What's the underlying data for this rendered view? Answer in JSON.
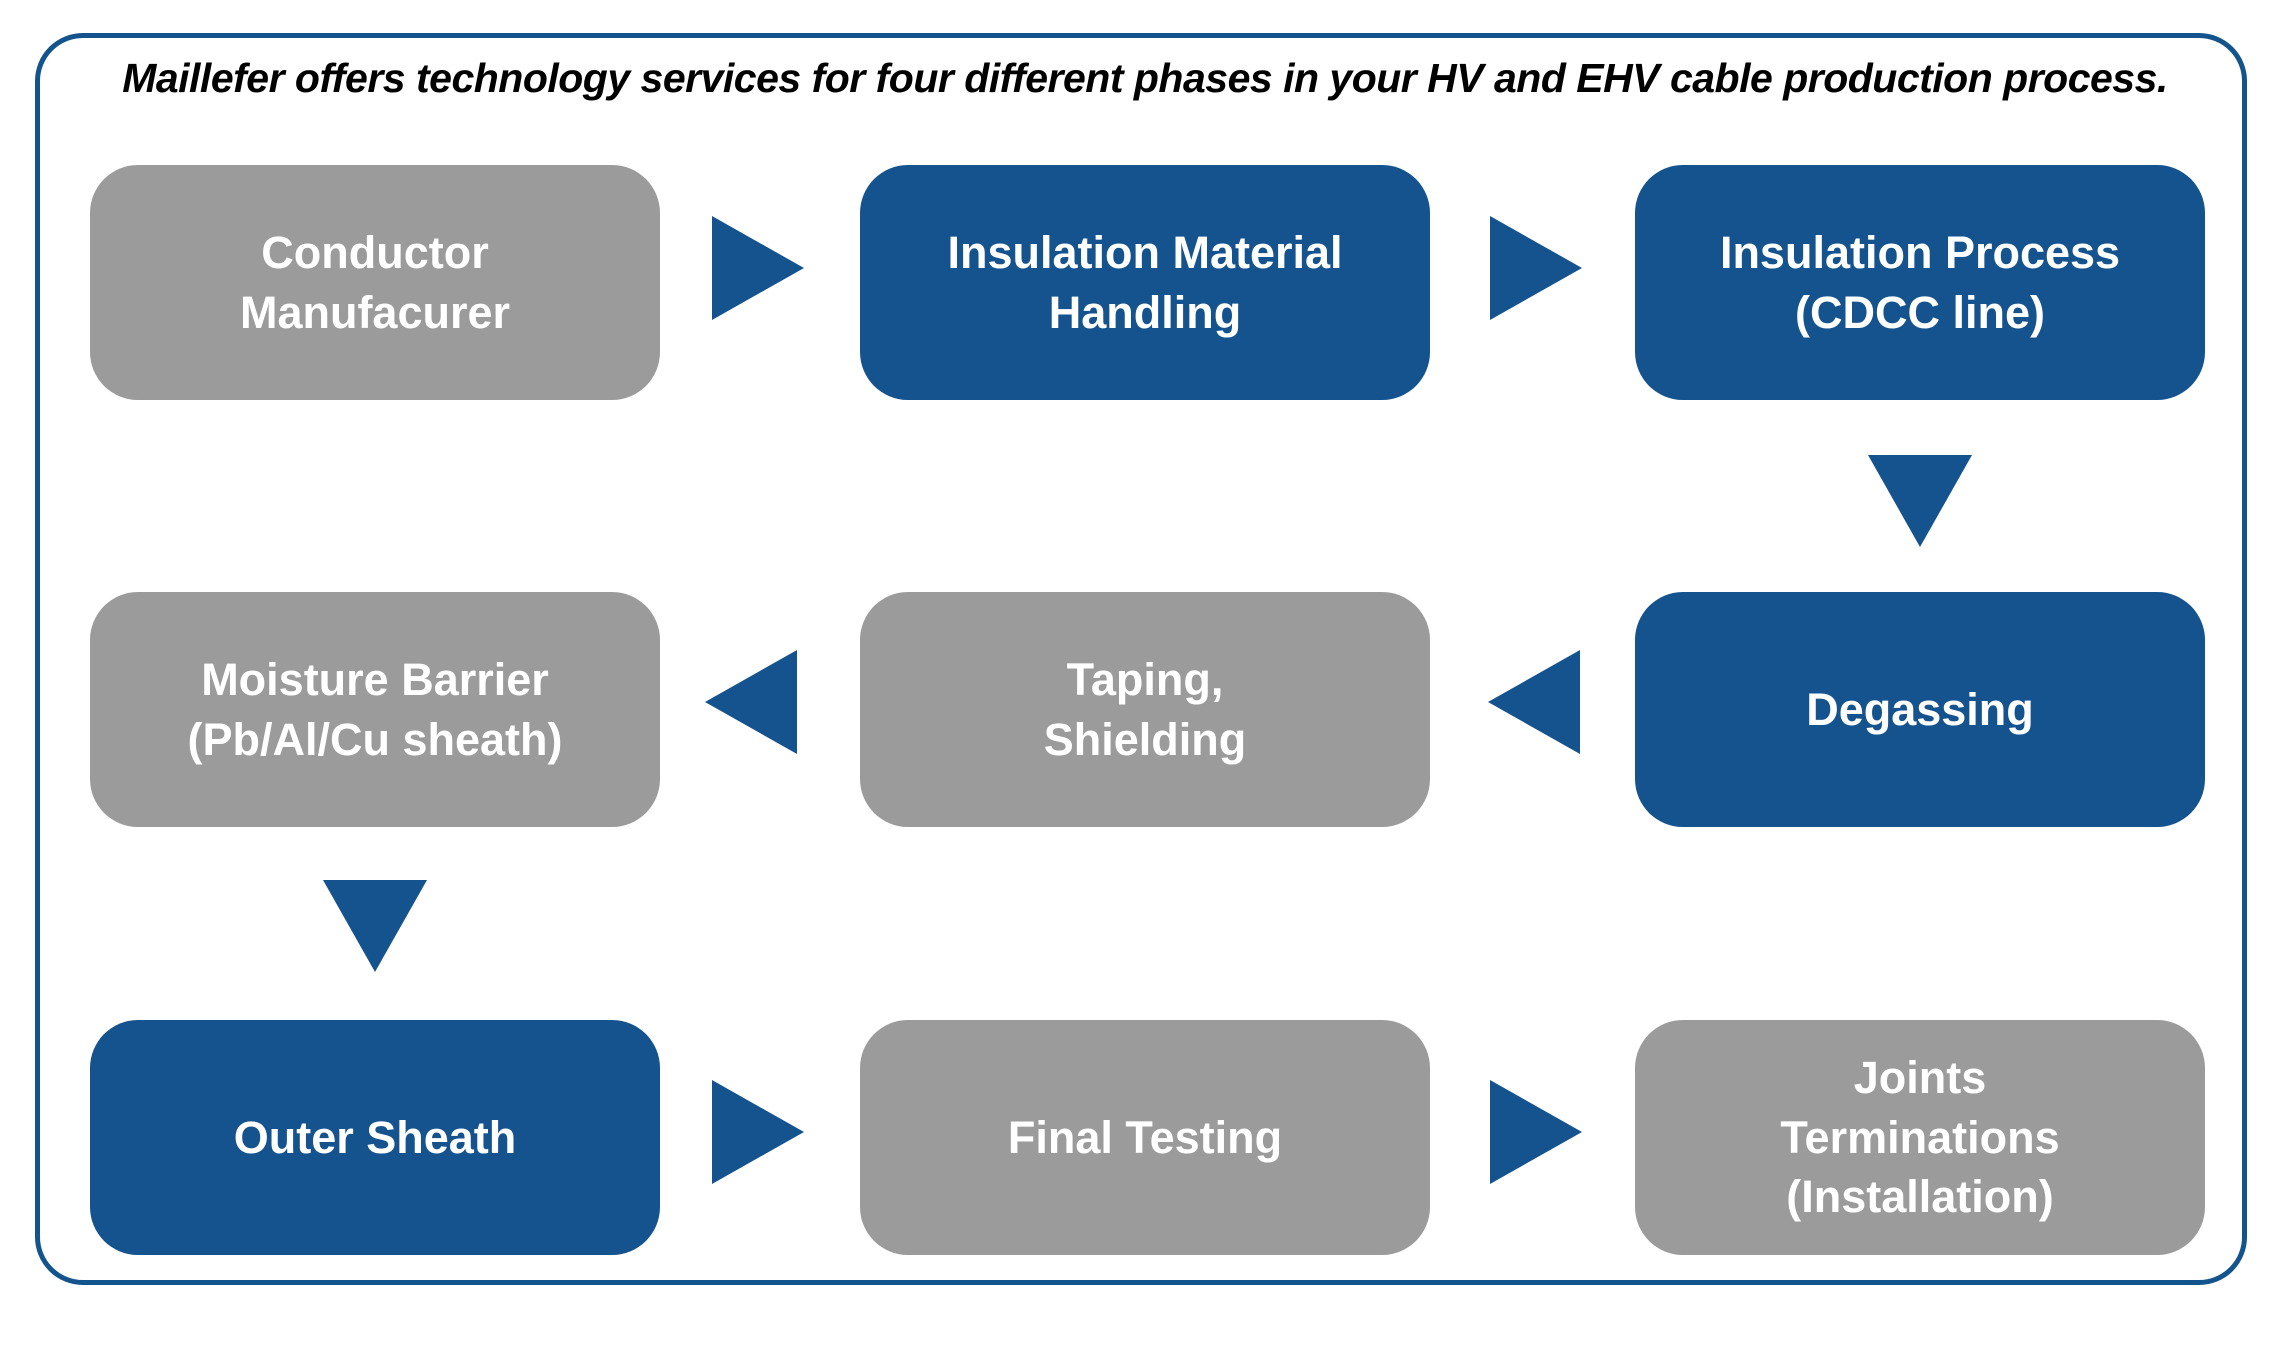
{
  "title": "Maillefer offers technology services for four different phases in your HV and EHV cable production process.",
  "colors": {
    "frame_border": "#14548C",
    "node_blue": "#15538F",
    "node_gray": "#9B9B9B",
    "arrow_blue": "#15538F",
    "node_text": "#FFFFFF",
    "caption_text": "#000000"
  },
  "diagram": {
    "nodes": [
      {
        "id": "conductor-manufacturer",
        "label": "Conductor\nManufacurer",
        "variant": "gray",
        "row": 1,
        "col": 1
      },
      {
        "id": "insulation-material-handling",
        "label": "Insulation Material\nHandling",
        "variant": "blue",
        "row": 1,
        "col": 2
      },
      {
        "id": "insulation-process",
        "label": "Insulation Process\n(CDCC line)",
        "variant": "blue",
        "row": 1,
        "col": 3
      },
      {
        "id": "moisture-barrier",
        "label": "Moisture Barrier\n(Pb/Al/Cu sheath)",
        "variant": "gray",
        "row": 2,
        "col": 1
      },
      {
        "id": "taping-shielding",
        "label": "Taping,\nShielding",
        "variant": "gray",
        "row": 2,
        "col": 2
      },
      {
        "id": "degassing",
        "label": "Degassing",
        "variant": "blue",
        "row": 2,
        "col": 3
      },
      {
        "id": "outer-sheath",
        "label": "Outer Sheath",
        "variant": "blue",
        "row": 3,
        "col": 1
      },
      {
        "id": "final-testing",
        "label": "Final Testing",
        "variant": "gray",
        "row": 3,
        "col": 2
      },
      {
        "id": "joints-terminations",
        "label": "Joints\nTerminations\n(Installation)",
        "variant": "gray",
        "row": 3,
        "col": 3
      }
    ],
    "connections": [
      {
        "from": "conductor-manufacturer",
        "to": "insulation-material-handling",
        "direction": "right"
      },
      {
        "from": "insulation-material-handling",
        "to": "insulation-process",
        "direction": "right"
      },
      {
        "from": "insulation-process",
        "to": "degassing",
        "direction": "down"
      },
      {
        "from": "degassing",
        "to": "taping-shielding",
        "direction": "left"
      },
      {
        "from": "taping-shielding",
        "to": "moisture-barrier",
        "direction": "left"
      },
      {
        "from": "moisture-barrier",
        "to": "outer-sheath",
        "direction": "down"
      },
      {
        "from": "outer-sheath",
        "to": "final-testing",
        "direction": "right"
      },
      {
        "from": "final-testing",
        "to": "joints-terminations",
        "direction": "right"
      }
    ]
  }
}
